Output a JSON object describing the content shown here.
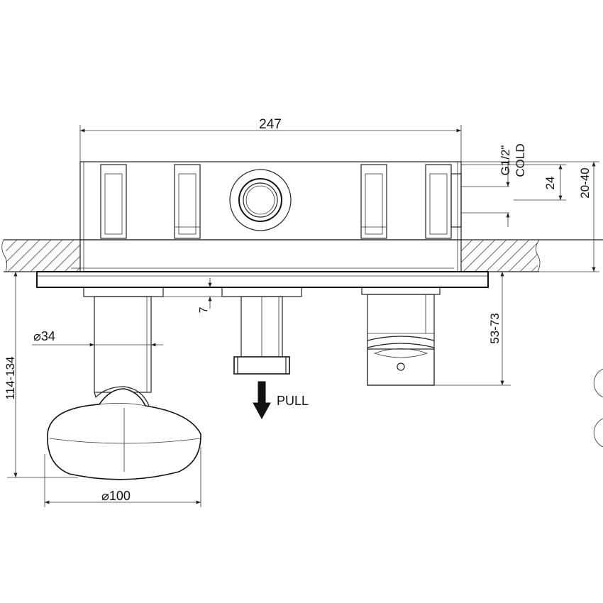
{
  "dimensions": {
    "overall_width": "247",
    "connection_thread": "G1/2\"",
    "connection_side": "COLD",
    "connection_offset": "24",
    "wall_range": "20-40",
    "stem_spacing": "7",
    "stem_diameter": "⌀34",
    "handle_height_range": "114-134",
    "handle_diameter": "⌀100",
    "button_projection_range": "53-73"
  },
  "annotations": {
    "pull_label": "PULL"
  },
  "colors": {
    "line": "#222222",
    "background": "#ffffff"
  }
}
